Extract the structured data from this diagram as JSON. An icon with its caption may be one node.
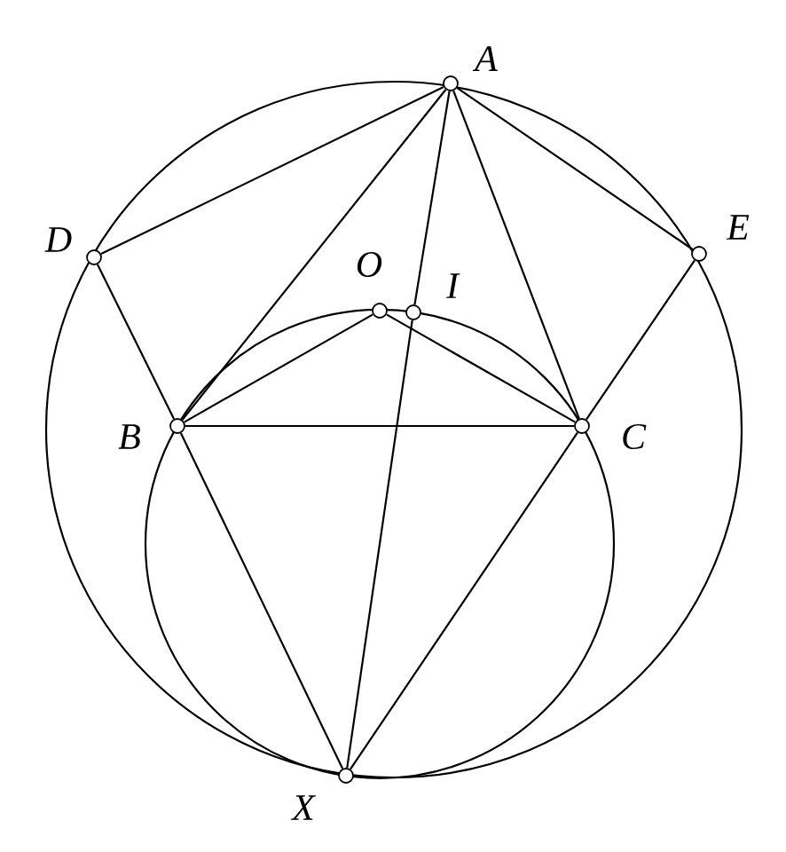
{
  "diagram": {
    "nodes": [
      {
        "text": [
          "A"
        ]
      },
      {
        "text": [
          "D"
        ]
      },
      {
        "text": [
          "E"
        ]
      },
      {
        "text": [
          "O"
        ]
      },
      {
        "text": [
          "I"
        ]
      },
      {
        "text": [
          "B"
        ]
      },
      {
        "text": [
          "C"
        ]
      },
      {
        "text": [
          "X"
        ]
      }
    ],
    "edges": [
      {
        "from": 0,
        "to": 1,
        "arrow": "none"
      },
      {
        "from": 0,
        "to": 2,
        "arrow": "none"
      },
      {
        "from": 0,
        "to": 5,
        "arrow": "none"
      },
      {
        "from": 0,
        "to": 6,
        "arrow": "none"
      },
      {
        "from": 0,
        "to": 4,
        "arrow": "none"
      },
      {
        "from": 4,
        "to": 7,
        "arrow": "none"
      },
      {
        "from": 1,
        "to": 5,
        "arrow": "none"
      },
      {
        "from": 5,
        "to": 7,
        "arrow": "none"
      },
      {
        "from": 2,
        "to": 6,
        "arrow": "none"
      },
      {
        "from": 6,
        "to": 7,
        "arrow": "none"
      },
      {
        "from": 5,
        "to": 6,
        "arrow": "none"
      },
      {
        "from": 3,
        "to": 5,
        "arrow": "none"
      },
      {
        "from": 3,
        "to": 6,
        "arrow": "none"
      }
    ]
  }
}
